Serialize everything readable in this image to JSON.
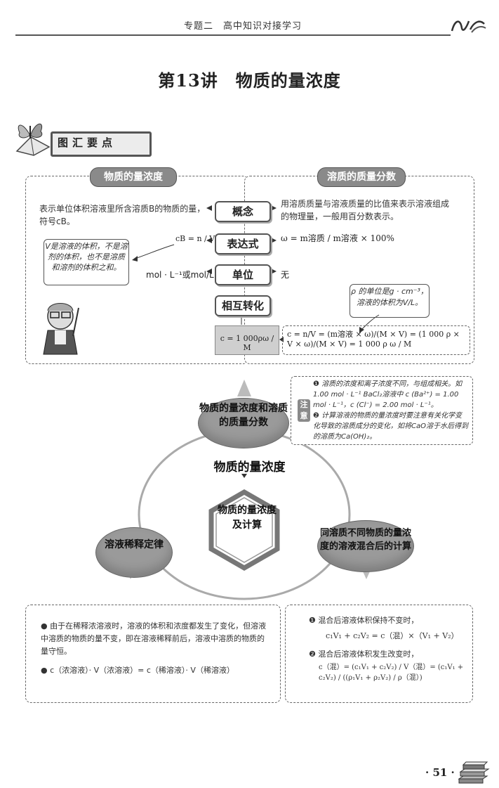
{
  "header": {
    "running_title": "专题二　高中知识对接学习"
  },
  "lecture_title": "第13讲　物质的量浓度",
  "section_badge": "图汇要点",
  "left_panel": {
    "tag": "物质的量浓度",
    "definition": "表示单位体积溶液里所含溶质B的物质的量，符号cB。",
    "expression": "cB = n / V",
    "unit": "mol · L⁻¹或mol/L",
    "note": "V是溶液的体积，不是溶剂的体积，也不是溶质和溶剂的体积之和。"
  },
  "right_panel": {
    "tag": "溶质的质量分数",
    "definition": "用溶质质量与溶液质量的比值来表示溶液组成的物理量，一般用百分数表示。",
    "expression": "ω = m溶质 / m溶液 × 100%",
    "unit": "无",
    "note": "ρ 的单位是g · cm⁻³，溶液的体积为V/L。"
  },
  "center_boxes": {
    "concept": "概念",
    "expression": "表达式",
    "unit": "单位",
    "conversion": "相互转化"
  },
  "conversion": {
    "left_formula": "c = 1 000ρω / M",
    "chain": "c = n/V = (m溶液 × ω)/(M × V) = (1 000 ρ × V × ω)/(M × V) = 1 000 ρ ω / M"
  },
  "cycle": {
    "title": "物质的量浓度",
    "center_label": "物质的量浓度及计算",
    "top_node": "物质的量浓度和溶质的质量分数",
    "left_node": "溶液稀释定律",
    "right_node": "同溶质不同物质的量浓度的溶液混合后的计算"
  },
  "notes": {
    "badge": "注意",
    "item1": "❶ 溶质的浓度和离子浓度不同，与组成相关。如1.00 mol · L⁻¹ BaCl₂溶液中 c (Ba²⁺) = 1.00 mol · L⁻¹，c (Cl⁻) = 2.00 mol · L⁻¹。",
    "item2": "❷ 计算溶液的物质的量浓度时要注意有关化学变化导致的溶质成分的变化，如将CaO溶于水后得到的溶质为Ca(OH)₂。"
  },
  "dilution": {
    "text": "● 由于在稀释浓溶液时，溶液的体积和浓度都发生了变化，但溶液中溶质的物质的量不变，即在溶液稀释前后，溶液中溶质的物质的量守恒。",
    "formula": "● c（浓溶液）· V（浓溶液）= c（稀溶液）· V（稀溶液）"
  },
  "mixing": {
    "case1": "❶ 混合后溶液体积保持不变时，",
    "case1_formula": "c₁V₁ + c₂V₂ = c（混）×（V₁ + V₂）",
    "case2": "❷ 混合后溶液体积发生改变时，",
    "case2_formula": "c（混）= (c₁V₁ + c₂V₂) / V（混）= (c₁V₁ + c₂V₂) / ((ρ₁V₁ + ρ₂V₂) / ρ（混）)"
  },
  "page_number": "· 51 ·"
}
